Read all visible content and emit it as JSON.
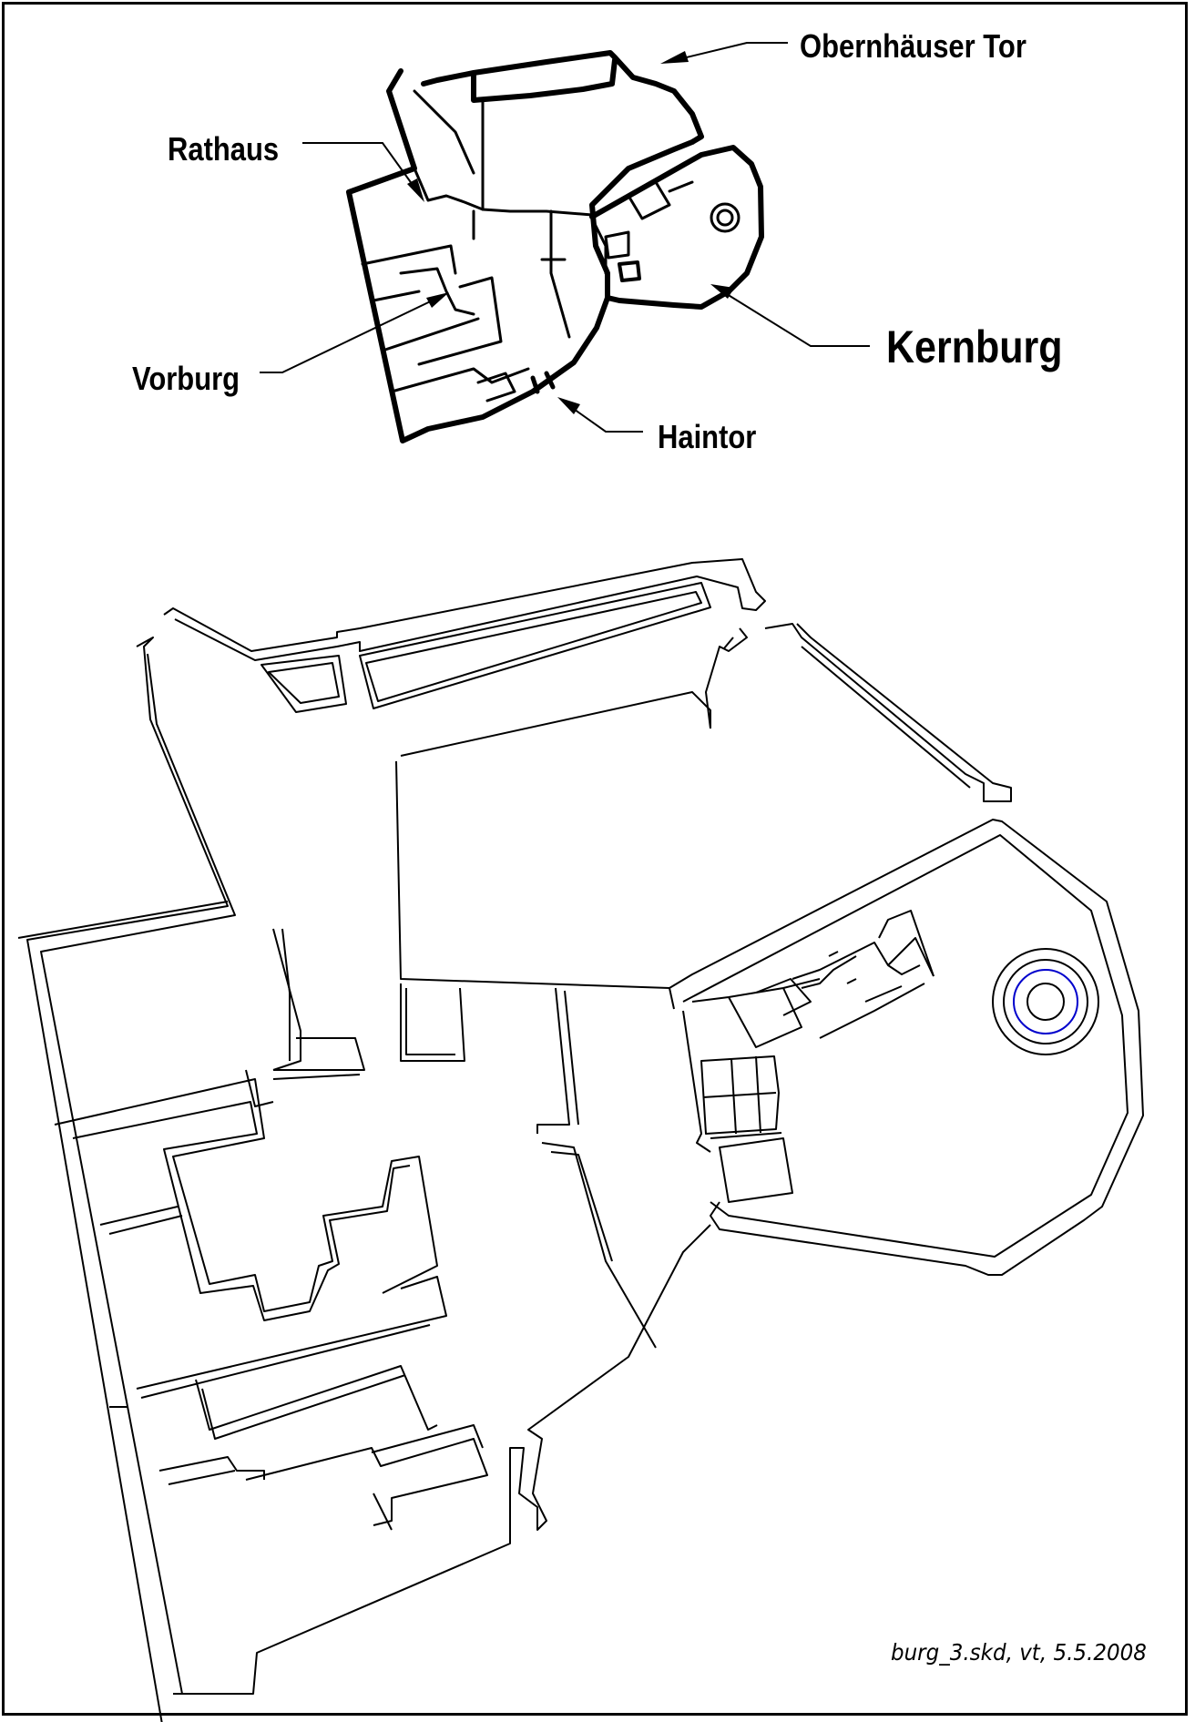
{
  "labels": {
    "obernhaeuser_tor": "Obernhäuser Tor",
    "rathaus": "Rathaus",
    "vorburg": "Vorburg",
    "kernburg": "Kernburg",
    "haintor": "Haintor"
  },
  "footer": "burg_3.skd,  vt,  5.5.2008",
  "colors": {
    "line": "#000000",
    "well_inner": "#0000cc",
    "background": "#ffffff"
  }
}
